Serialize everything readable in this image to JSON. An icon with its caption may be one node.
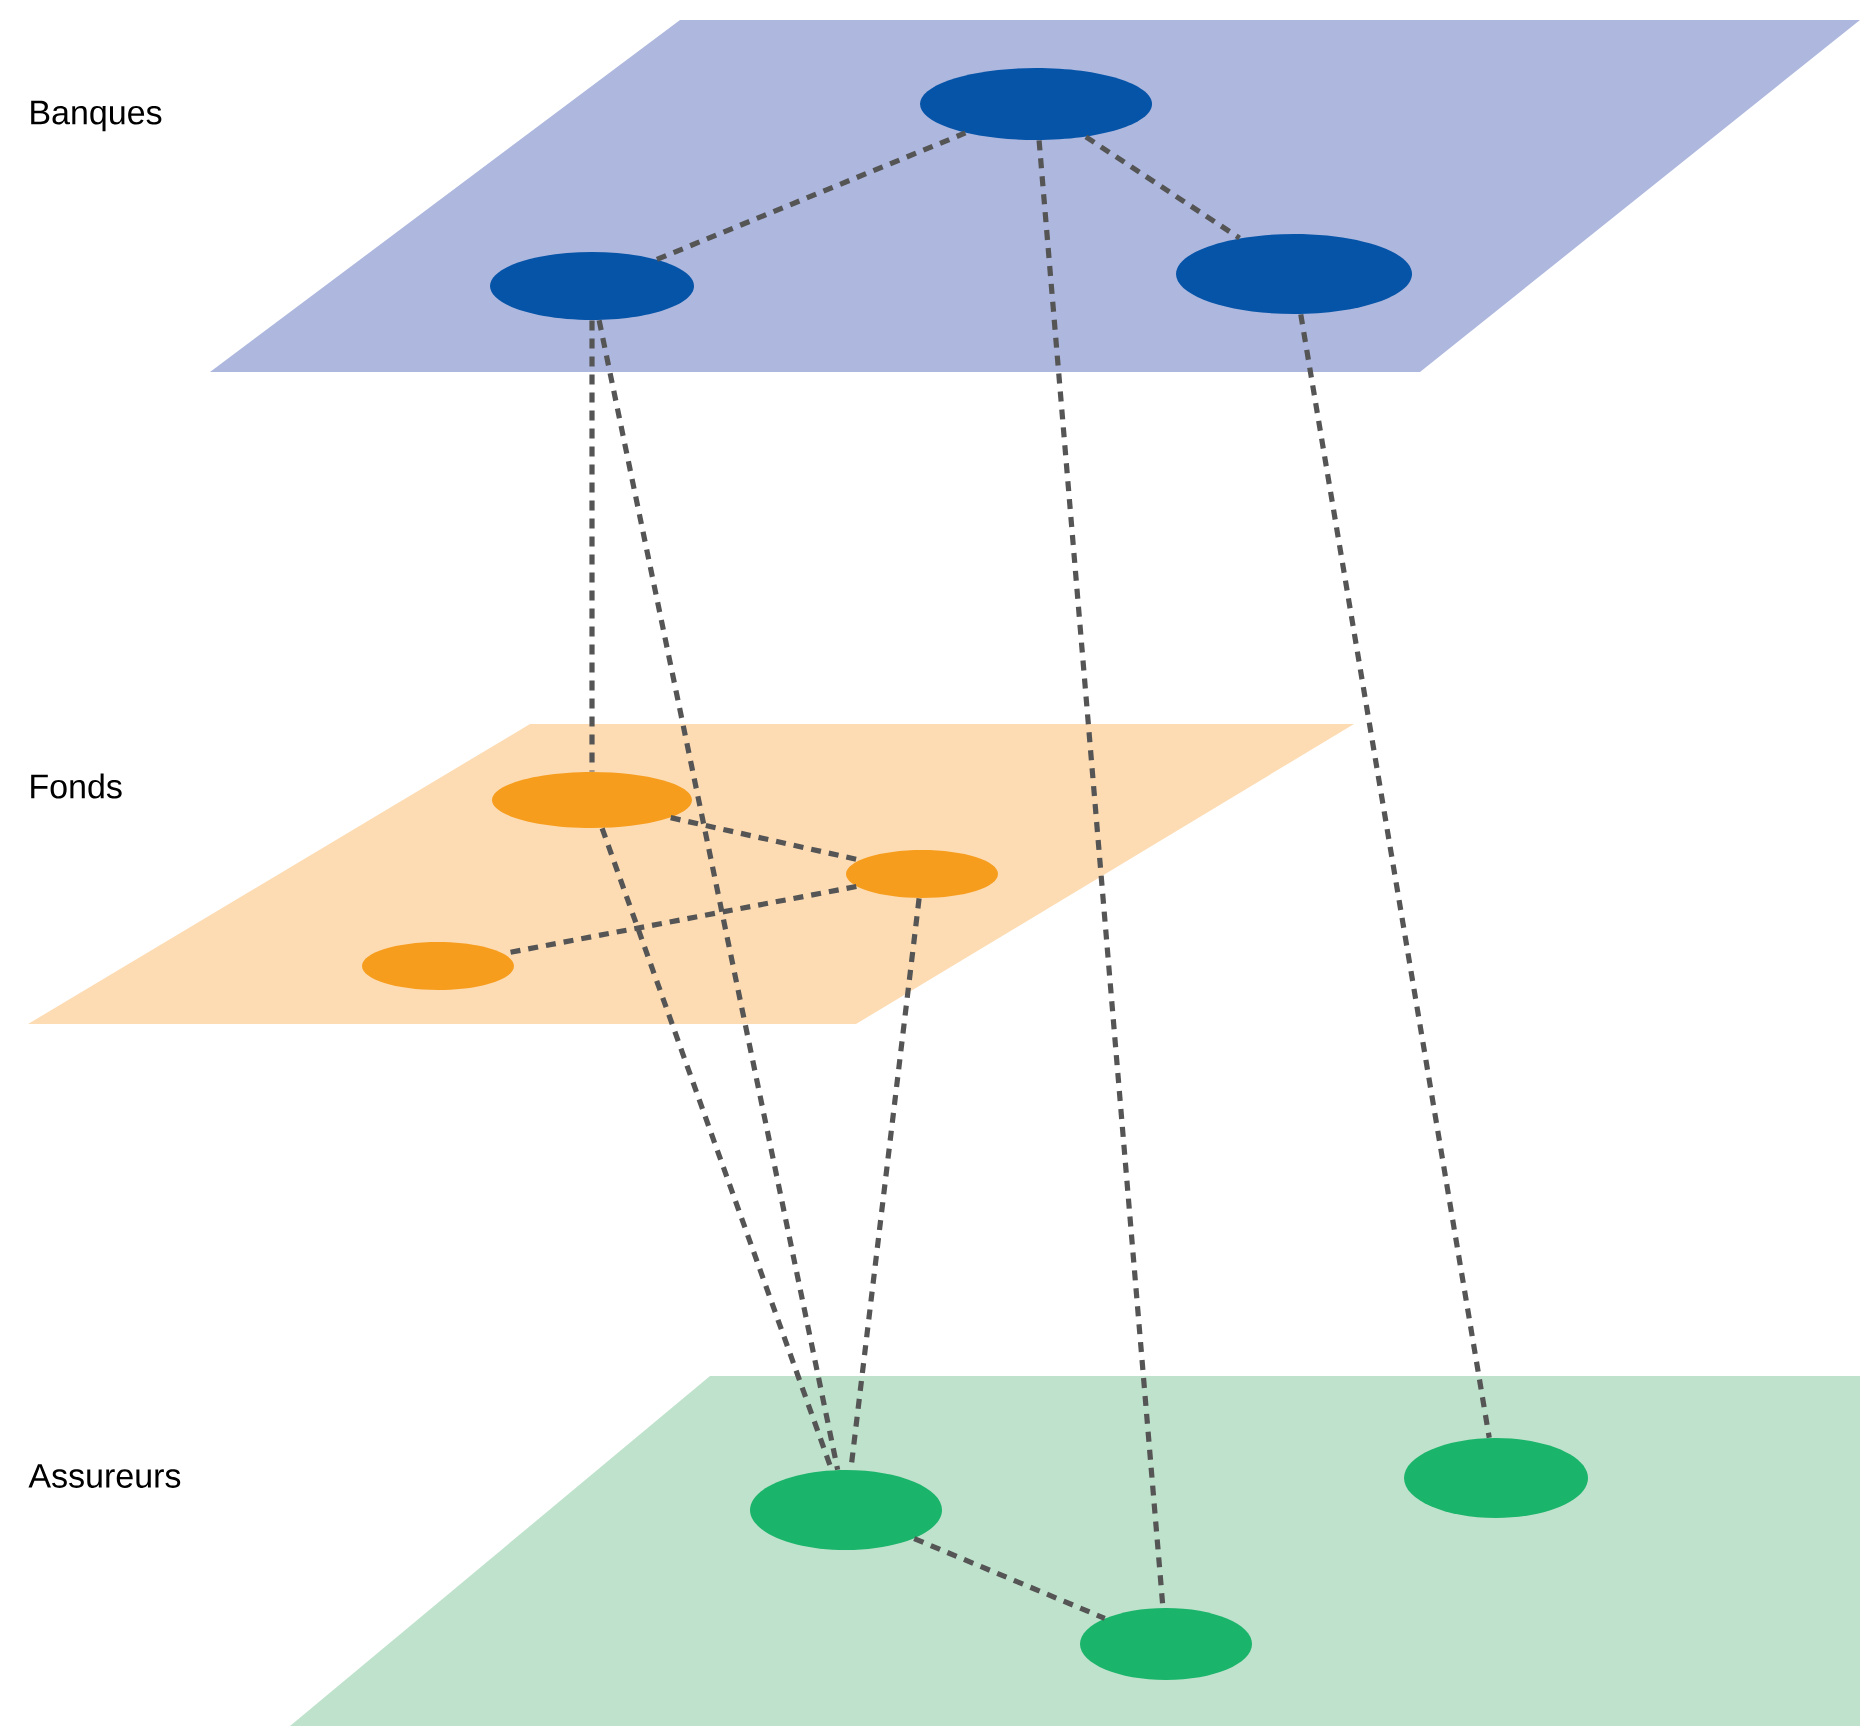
{
  "diagram": {
    "nodes": [
      {
        "text": [
          "Banques"
        ]
      },
      {
        "text": [],
        "shape": "ellipse",
        "in": 0
      },
      {
        "text": [],
        "shape": "ellipse",
        "in": 0
      },
      {
        "text": [],
        "shape": "ellipse",
        "in": 0
      },
      {
        "text": [
          "Fonds"
        ]
      },
      {
        "text": [],
        "shape": "ellipse",
        "in": 4
      },
      {
        "text": [],
        "shape": "ellipse",
        "in": 4
      },
      {
        "text": [],
        "shape": "ellipse",
        "in": 4
      },
      {
        "text": [
          "Assureurs"
        ]
      },
      {
        "text": [],
        "shape": "ellipse",
        "in": 8
      },
      {
        "text": [],
        "shape": "ellipse",
        "in": 8
      },
      {
        "text": [],
        "shape": "ellipse",
        "in": 8
      }
    ],
    "edges": [
      {
        "from": 2,
        "to": 1,
        "arrow": "none",
        "style": "dashed"
      },
      {
        "from": 1,
        "to": 3,
        "arrow": "none",
        "style": "dashed"
      },
      {
        "from": 2,
        "to": 5,
        "arrow": "none",
        "style": "dashed"
      },
      {
        "from": 2,
        "to": 9,
        "arrow": "none",
        "style": "dashed"
      },
      {
        "from": 1,
        "to": 11,
        "arrow": "none",
        "style": "dashed"
      },
      {
        "from": 3,
        "to": 10,
        "arrow": "none",
        "style": "dashed"
      },
      {
        "from": 5,
        "to": 6,
        "arrow": "none",
        "style": "dashed"
      },
      {
        "from": 6,
        "to": 7,
        "arrow": "none",
        "style": "dashed"
      },
      {
        "from": 5,
        "to": 9,
        "arrow": "none",
        "style": "dashed"
      },
      {
        "from": 6,
        "to": 9,
        "arrow": "none",
        "style": "dashed"
      },
      {
        "from": 9,
        "to": 11,
        "arrow": "none",
        "style": "dashed"
      }
    ]
  }
}
